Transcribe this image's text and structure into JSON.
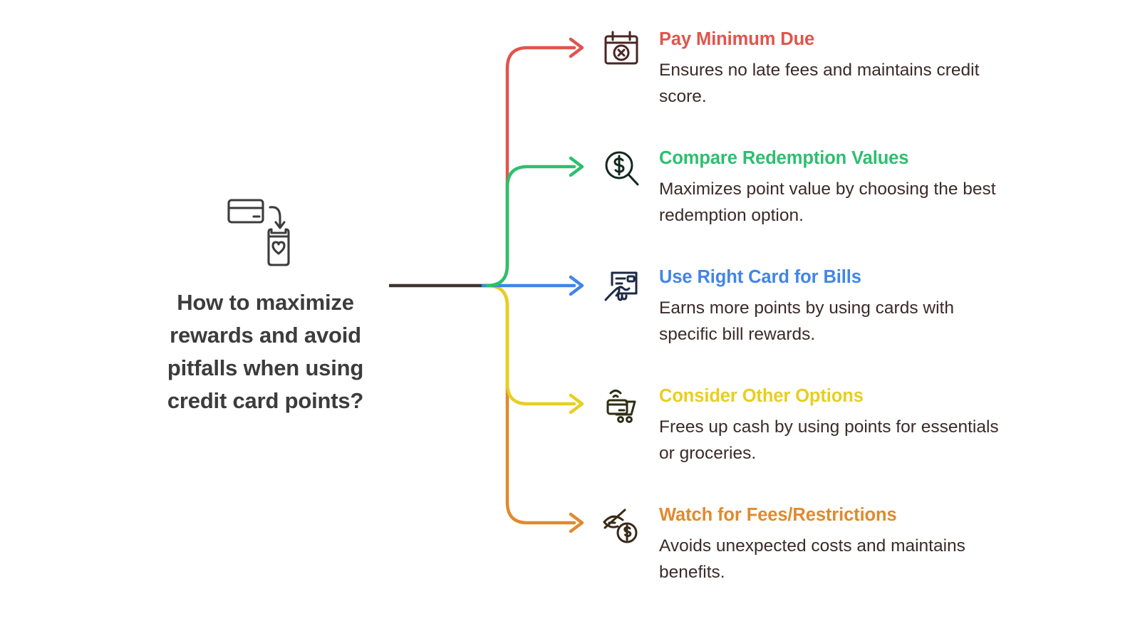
{
  "center": {
    "title": "How to maximize rewards and avoid pitfalls when using credit card points?",
    "icon": "credit-card-to-rewards-tag-icon",
    "text_color": "#3c3c3c"
  },
  "trunk": {
    "color": "#3d3431"
  },
  "branches": [
    {
      "title": "Pay Minimum Due",
      "description": "Ensures no late fees and maintains credit score.",
      "color": "#e0544c",
      "icon": "calendar-due-date-icon",
      "icon_color": "#4a2522",
      "arrow": "arrow-right-icon"
    },
    {
      "title": "Compare Redemption Values",
      "description": "Maximizes point value by choosing the best redemption option.",
      "color": "#2cbf6e",
      "icon": "magnifier-dollar-icon",
      "icon_color": "#13281f",
      "arrow": "arrow-right-icon"
    },
    {
      "title": "Use Right Card for Bills",
      "description": "Earns more points by using cards with specific bill rewards.",
      "color": "#4285e8",
      "icon": "cheque-signing-icon",
      "icon_color": "#1d2a44",
      "arrow": "arrow-right-icon"
    },
    {
      "title": "Consider Other Options",
      "description": "Frees up cash by using points for essentials or groceries.",
      "color": "#e8ce20",
      "icon": "contactless-card-cart-icon",
      "icon_color": "#2e2d15",
      "arrow": "arrow-right-icon"
    },
    {
      "title": "Watch for Fees/Restrictions",
      "description": "Avoids unexpected costs and maintains benefits.",
      "color": "#e08a2e",
      "icon": "hidden-fee-eye-dollar-icon",
      "icon_color": "#3a2a18",
      "arrow": "arrow-right-icon"
    }
  ],
  "body_text_color": "#3b2a2a",
  "background_color": "#ffffff"
}
